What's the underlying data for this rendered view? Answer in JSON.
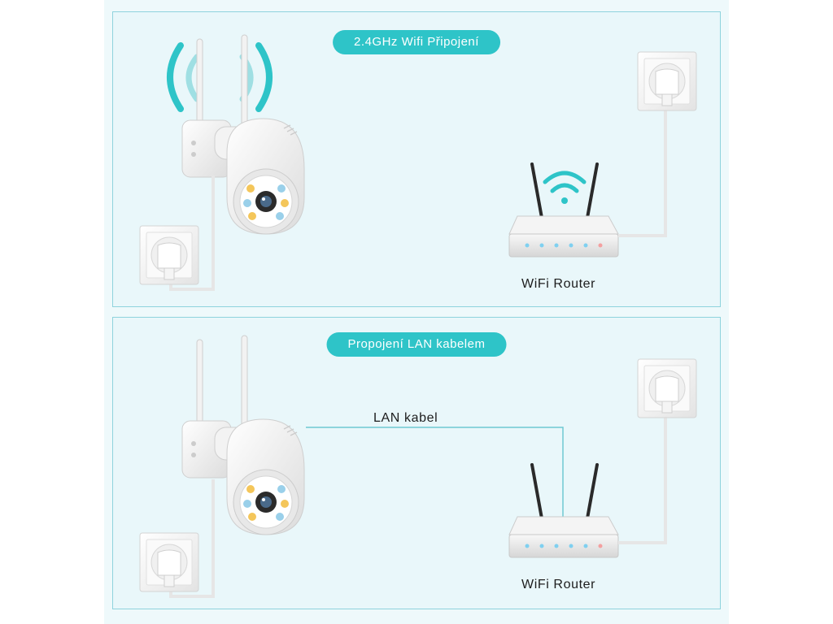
{
  "sections": [
    {
      "title": "2.4GHz Wifi Připojení",
      "router_label": "WiFi Router"
    },
    {
      "title": "Propojení LAN kabelem",
      "cable_label": "LAN kabel",
      "router_label": "WiFi Router"
    }
  ],
  "colors": {
    "accent": "#2ec4c8",
    "panel_border": "#8fd3dd",
    "panel_bg": "#e9f7fa",
    "router_led": "#7fd0f0",
    "camera_led": "#f4c65a"
  },
  "icons": [
    "wifi-signal-icon",
    "camera-icon",
    "router-icon",
    "power-socket-icon",
    "cable-icon"
  ]
}
